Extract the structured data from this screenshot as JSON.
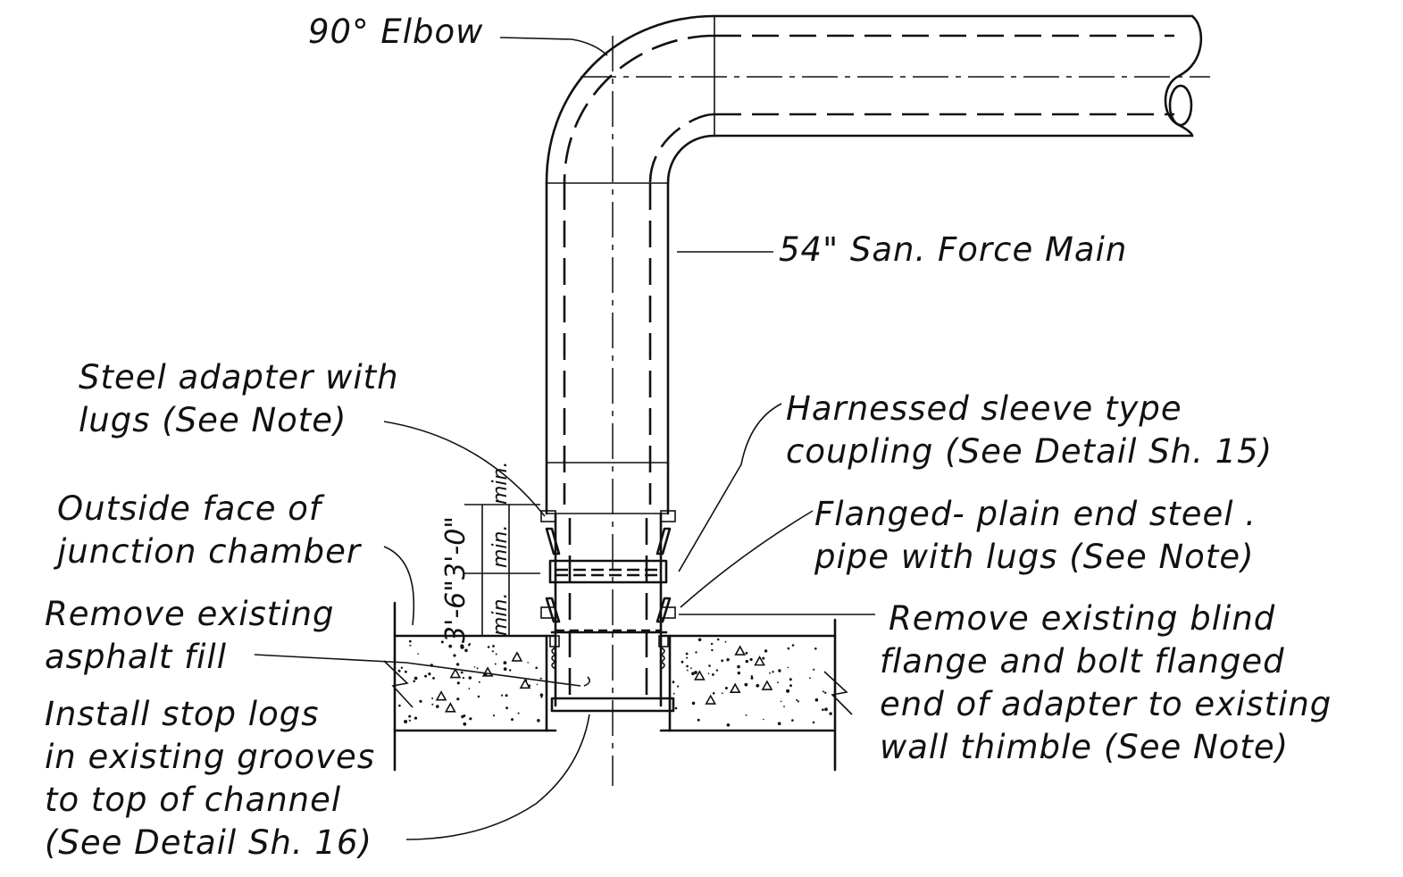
{
  "labels": {
    "elbow": "90° Elbow",
    "force_main": "54\" San. Force Main",
    "steel_adapter_1": "Steel adapter with",
    "steel_adapter_2": "lugs (See Note)",
    "outside_face_1": "Outside face of",
    "outside_face_2": "junction chamber",
    "remove_asphalt_1": "Remove existing",
    "remove_asphalt_2": "asphalt fill",
    "stop_logs_1": "Install stop logs",
    "stop_logs_2": "in existing grooves",
    "stop_logs_3": "to top of channel",
    "stop_logs_4": "(See Detail Sh. 16)",
    "coupling_1": "Harnessed sleeve type",
    "coupling_2": "coupling (See Detail Sh. 15)",
    "flanged_pipe_1": "Flanged- plain end steel .",
    "flanged_pipe_2": "pipe with lugs (See Note)",
    "blind_flange_1": "Remove existing blind",
    "blind_flange_2": "flange and bolt flanged",
    "blind_flange_3": "end of adapter to existing",
    "blind_flange_4": "wall thimble (See Note)"
  },
  "dimensions": {
    "dim_outer": "3'-6\"",
    "dim_outer_b": "3'-0\"",
    "min_1": "min.",
    "min_2": "min.",
    "min_3": "min."
  }
}
